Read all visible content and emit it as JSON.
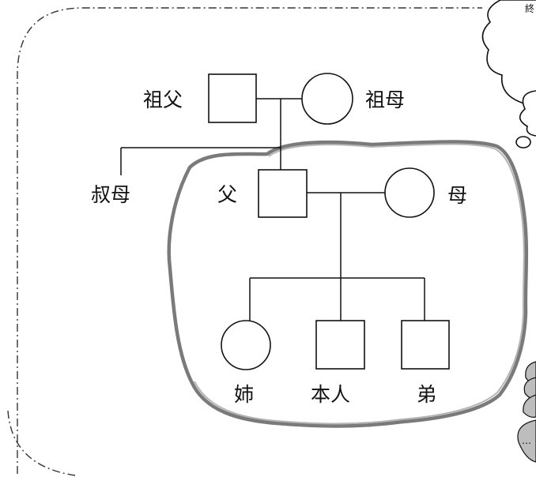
{
  "diagram": {
    "people": {
      "grandfather": "祖父",
      "grandmother": "祖母",
      "aunt": "叔母",
      "father": "父",
      "mother": "母",
      "sister": "姉",
      "self": "本人",
      "brother": "弟"
    },
    "thought_bubble_text": "終",
    "ellipsis_bubble_text": "…"
  },
  "colors": {
    "line": "#111111",
    "family_outline": "#7a7a7a",
    "dash_border": "#333333",
    "bubble_stone_fill": "#bdbdbd"
  }
}
